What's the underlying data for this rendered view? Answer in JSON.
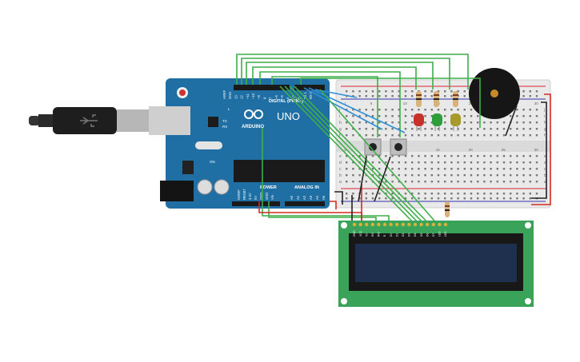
{
  "board": {
    "brand": "ARDUINO",
    "model": "UNO",
    "digital_label": "DIGITAL (PWM~)",
    "analog_label": "ANALOG IN",
    "power_label": "POWER",
    "tx_label": "TX",
    "rx_label": "RX",
    "l_label": "L",
    "on_label": "ON",
    "digital_pins": [
      "AREF",
      "GND",
      "13",
      "12",
      "~11",
      "~10",
      "~9",
      "8",
      "7",
      "~6",
      "~5",
      "4",
      "~3",
      "2",
      "TX 1",
      "RX 0"
    ],
    "power_pins": [
      "IOREF",
      "RESET",
      "3.3V",
      "5V",
      "GND",
      "GND",
      "Vin"
    ],
    "analog_pins": [
      "A0",
      "A1",
      "A2",
      "A3",
      "A4",
      "A5"
    ]
  },
  "breadboard": {
    "row_letters_top": [
      "j",
      "i",
      "h",
      "g",
      "f"
    ],
    "row_letters_bottom": [
      "e",
      "d",
      "c",
      "b",
      "a"
    ],
    "column_numbers": [
      "1",
      "5",
      "10",
      "15",
      "20",
      "25",
      "30"
    ]
  },
  "lcd": {
    "pin_labels": [
      "GND",
      "VCC",
      "V0",
      "RS",
      "RW",
      "E",
      "D0",
      "D1",
      "D2",
      "D3",
      "D4",
      "D5",
      "D6",
      "D7",
      "LED",
      "LED"
    ]
  },
  "colors": {
    "arduino_blue": "#1f6fa4",
    "wire_green": "#3fae49",
    "wire_blue": "#2f8fd6",
    "wire_red": "#d42a1e",
    "wire_black": "#222222",
    "pcb_green": "#3aa35a",
    "lcd_screen": "#1f2f4e",
    "led_red": "#c8302a",
    "led_green": "#2e9e3a",
    "led_yellow": "#a89a2a"
  },
  "icons": {
    "usb": "usb-cable-icon",
    "buzzer": "piezo-buzzer-icon",
    "button": "pushbutton-icon",
    "led": "led-icon",
    "resistor": "resistor-icon"
  }
}
